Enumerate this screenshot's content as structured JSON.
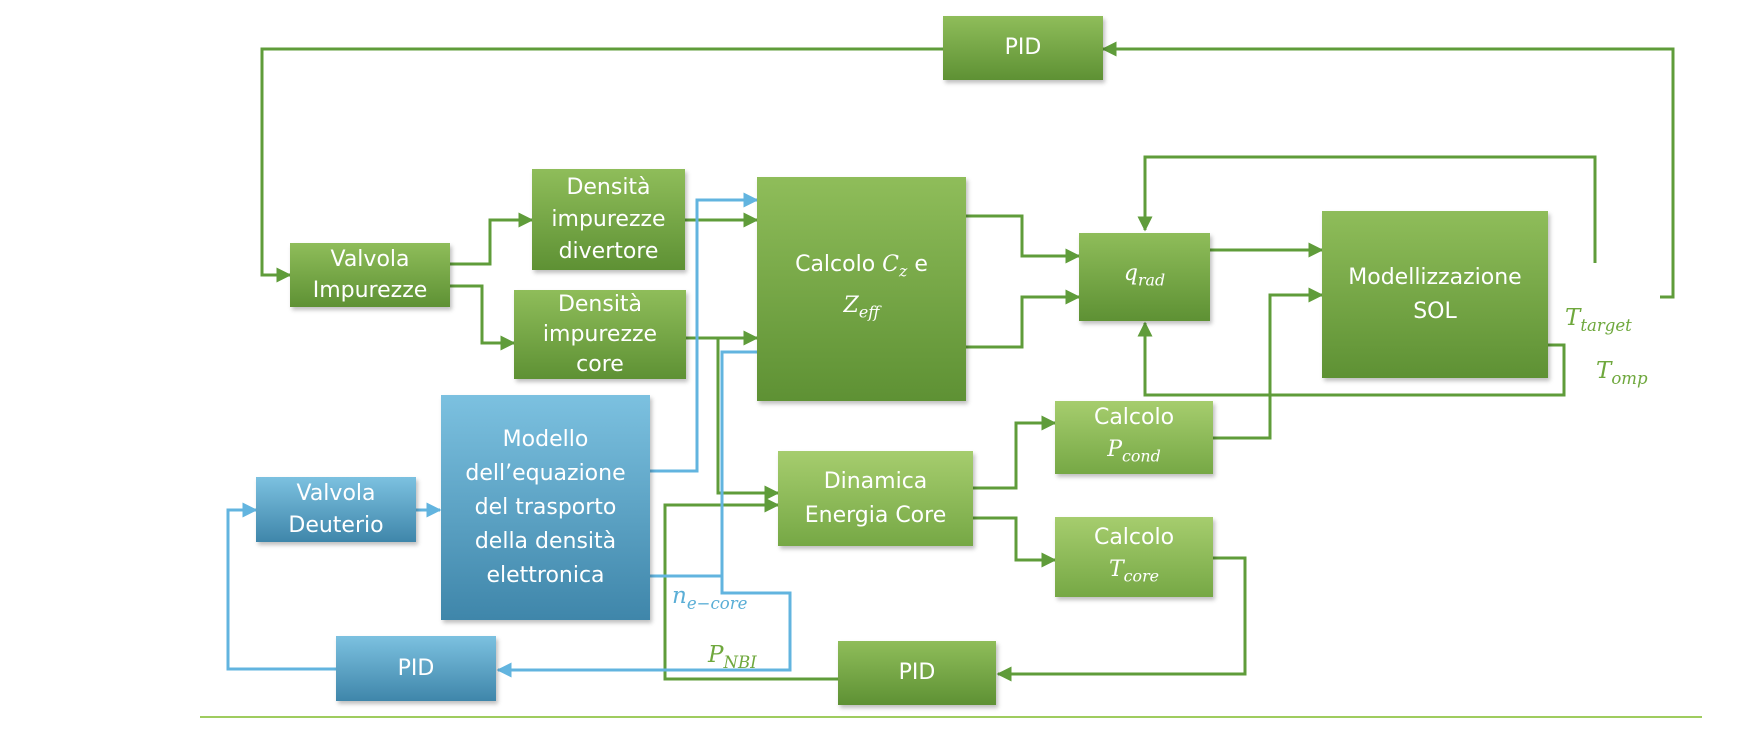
{
  "colors": {
    "green": "#5f9c3a",
    "blue": "#62b4df",
    "baseline": "#9fcc5f"
  },
  "blocks": {
    "pid_top": {
      "text": "PID"
    },
    "valvola_impurezze": {
      "line1": "Valvola",
      "line2": "Impurezze"
    },
    "densita_divertore": {
      "line1": "Densità",
      "line2": "impurezze",
      "line3": "divertore"
    },
    "densita_core": {
      "line1": "Densità",
      "line2": "impurezze",
      "line3": "core"
    },
    "calcolo_cz": {
      "line1_prefix": "Calcolo ",
      "cz_base": "C",
      "cz_sub": "z",
      "line1_suffix": " e",
      "zeff_base": "Z",
      "zeff_sub": "eff"
    },
    "qrad": {
      "base": "q",
      "sub": "rad"
    },
    "sol": {
      "line1": "Modellizzazione",
      "line2": "SOL"
    },
    "modello": {
      "line1": "Modello",
      "line2": "dell’equazione",
      "line3": "del trasporto",
      "line4": "della densità",
      "line5": "elettronica"
    },
    "valvola_deuterio": {
      "line1": "Valvola",
      "line2": "Deuterio"
    },
    "dinamica": {
      "line1": "Dinamica",
      "line2": "Energia Core"
    },
    "calcolo_pcond": {
      "line1": "Calcolo",
      "base": "P",
      "sub": "cond"
    },
    "calcolo_tcore": {
      "line1": "Calcolo",
      "base": "T",
      "sub": "core"
    },
    "pid_blue": {
      "text": "PID"
    },
    "pid_bottom": {
      "text": "PID"
    }
  },
  "labels": {
    "t_target": {
      "base": "T",
      "sub": "target"
    },
    "t_omp": {
      "base": "T",
      "sub": "omp"
    },
    "ne_core": {
      "base": "n",
      "sub": "e−core"
    },
    "p_nbi": {
      "base": "P",
      "sub": "NBI"
    }
  }
}
